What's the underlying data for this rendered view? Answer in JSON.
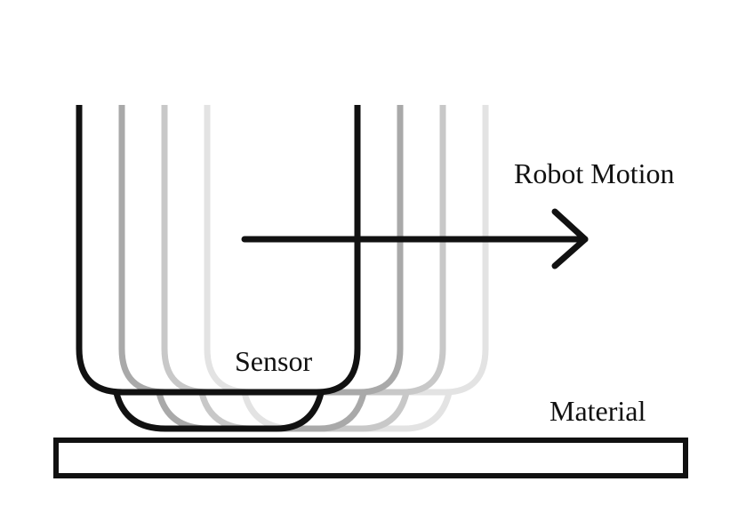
{
  "labels": {
    "motion": "Robot Motion",
    "sensor": "Sensor",
    "material": "Material"
  },
  "colors": {
    "stroke_main": "#111111",
    "ghost_1": "#a9a9a9",
    "ghost_2": "#c8c8c8",
    "ghost_3": "#e3e3e3"
  }
}
